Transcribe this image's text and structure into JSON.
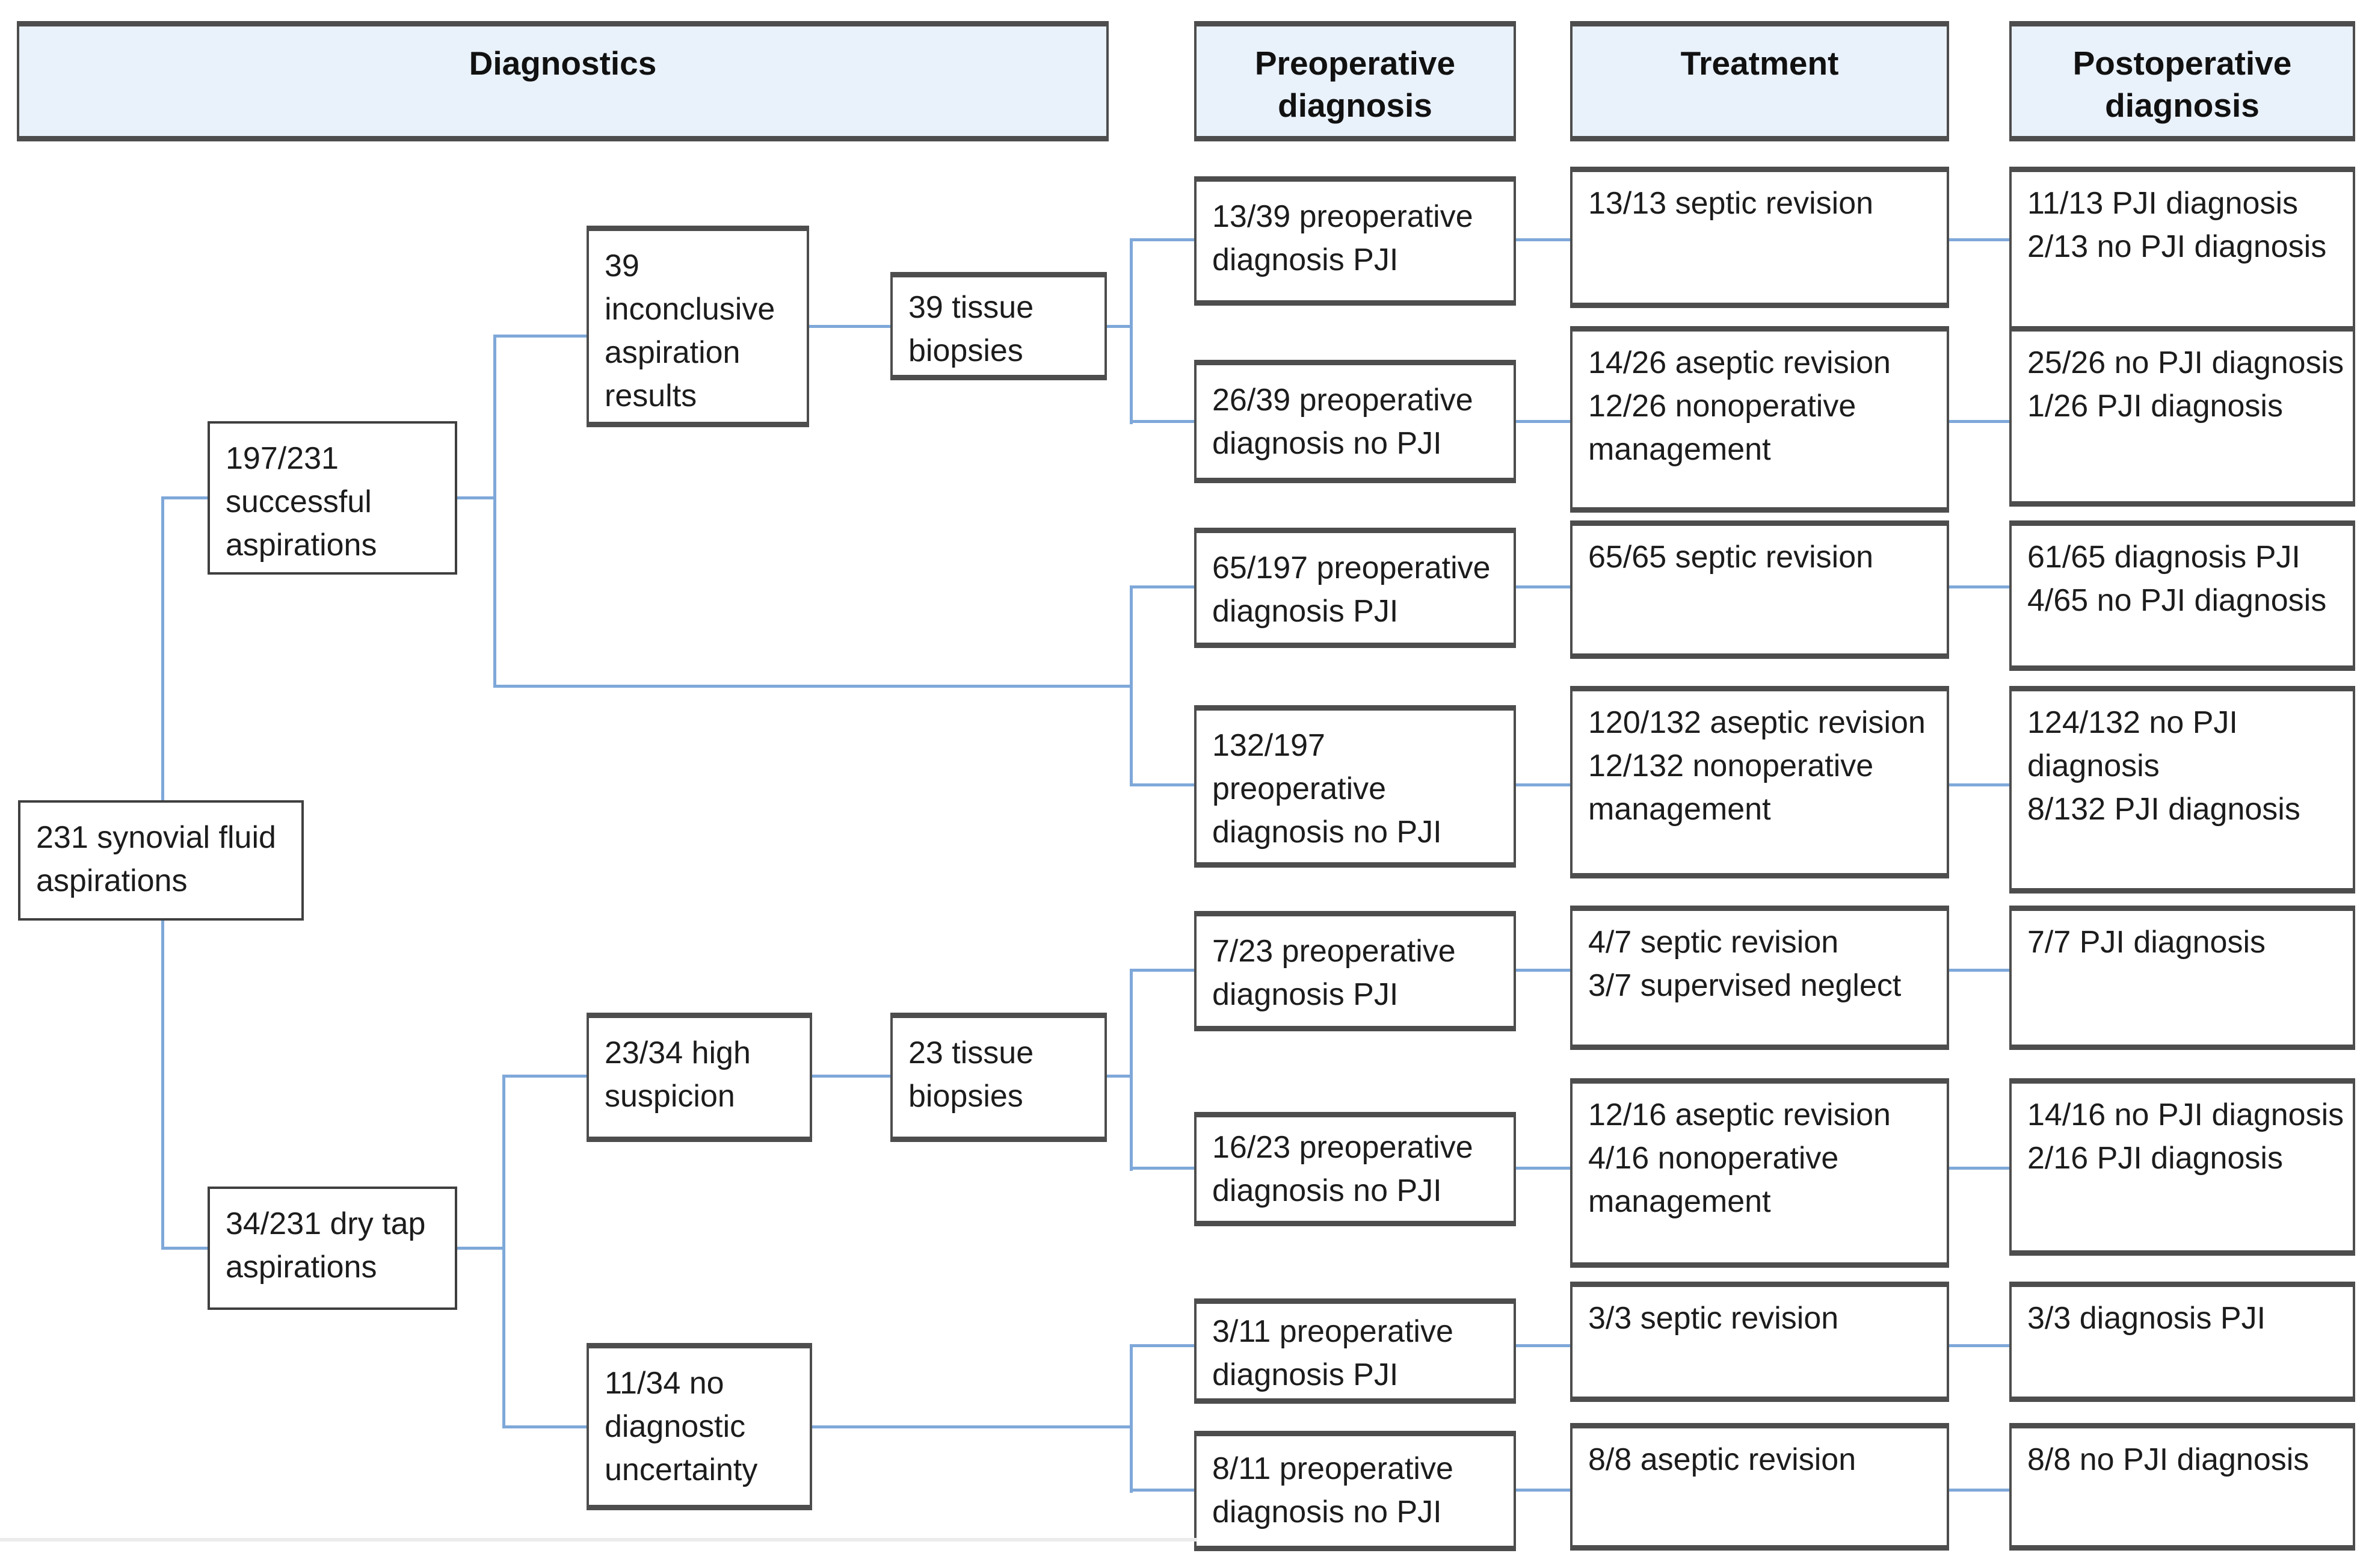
{
  "colors": {
    "connector": "#7fa8d9",
    "border": "#3f3f3f",
    "header_fill": "#e9f1fb",
    "text": "#1c1c1c"
  },
  "headers": {
    "diagnostics": "Diagnostics",
    "preop": "Preoperative diagnosis",
    "treatment": "Treatment",
    "postop": "Postoperative diagnosis"
  },
  "nodes": {
    "root": "231 synovial fluid aspirations",
    "successful": "197/231 successful aspirations",
    "dry_tap": "34/231 dry tap aspirations",
    "inconclusive": "39 inconclusive aspiration results",
    "tissue_39": "39 tissue biopsies",
    "high_suspicion": "23/34 high suspicion",
    "tissue_23": "23 tissue biopsies",
    "no_uncertainty": "11/34 no diagnostic uncertainty"
  },
  "rows": [
    {
      "preop": "13/39 preoperative diagnosis PJI",
      "treatment": [
        "13/13 septic revision"
      ],
      "postop": [
        "11/13 PJI diagnosis",
        "2/13 no PJI diagnosis"
      ]
    },
    {
      "preop": "26/39 preoperative diagnosis no PJI",
      "treatment": [
        "14/26 aseptic revision",
        "12/26 nonoperative management"
      ],
      "postop": [
        "25/26 no PJI diagnosis",
        "1/26 PJI diagnosis"
      ]
    },
    {
      "preop": "65/197 preoperative diagnosis PJI",
      "treatment": [
        "65/65 septic revision"
      ],
      "postop": [
        "61/65 diagnosis PJI",
        "4/65 no PJI diagnosis"
      ]
    },
    {
      "preop": "132/197 preoperative diagnosis no PJI",
      "treatment": [
        "120/132 aseptic revision",
        "12/132 nonoperative management"
      ],
      "postop": [
        "124/132 no PJI diagnosis",
        "8/132 PJI diagnosis"
      ]
    },
    {
      "preop": "7/23 preoperative diagnosis PJI",
      "treatment": [
        "4/7 septic revision",
        "3/7 supervised neglect"
      ],
      "postop": [
        "7/7 PJI diagnosis"
      ]
    },
    {
      "preop": "16/23 preoperative diagnosis no PJI",
      "treatment": [
        "12/16 aseptic revision",
        "4/16 nonoperative management"
      ],
      "postop": [
        "14/16 no PJI diagnosis",
        "2/16 PJI diagnosis"
      ]
    },
    {
      "preop": "3/11 preoperative diagnosis PJI",
      "treatment": [
        "3/3 septic revision"
      ],
      "postop": [
        "3/3 diagnosis PJI"
      ]
    },
    {
      "preop": "8/11 preoperative diagnosis no PJI",
      "treatment": [
        "8/8 aseptic revision"
      ],
      "postop": [
        "8/8 no PJI diagnosis"
      ]
    }
  ]
}
